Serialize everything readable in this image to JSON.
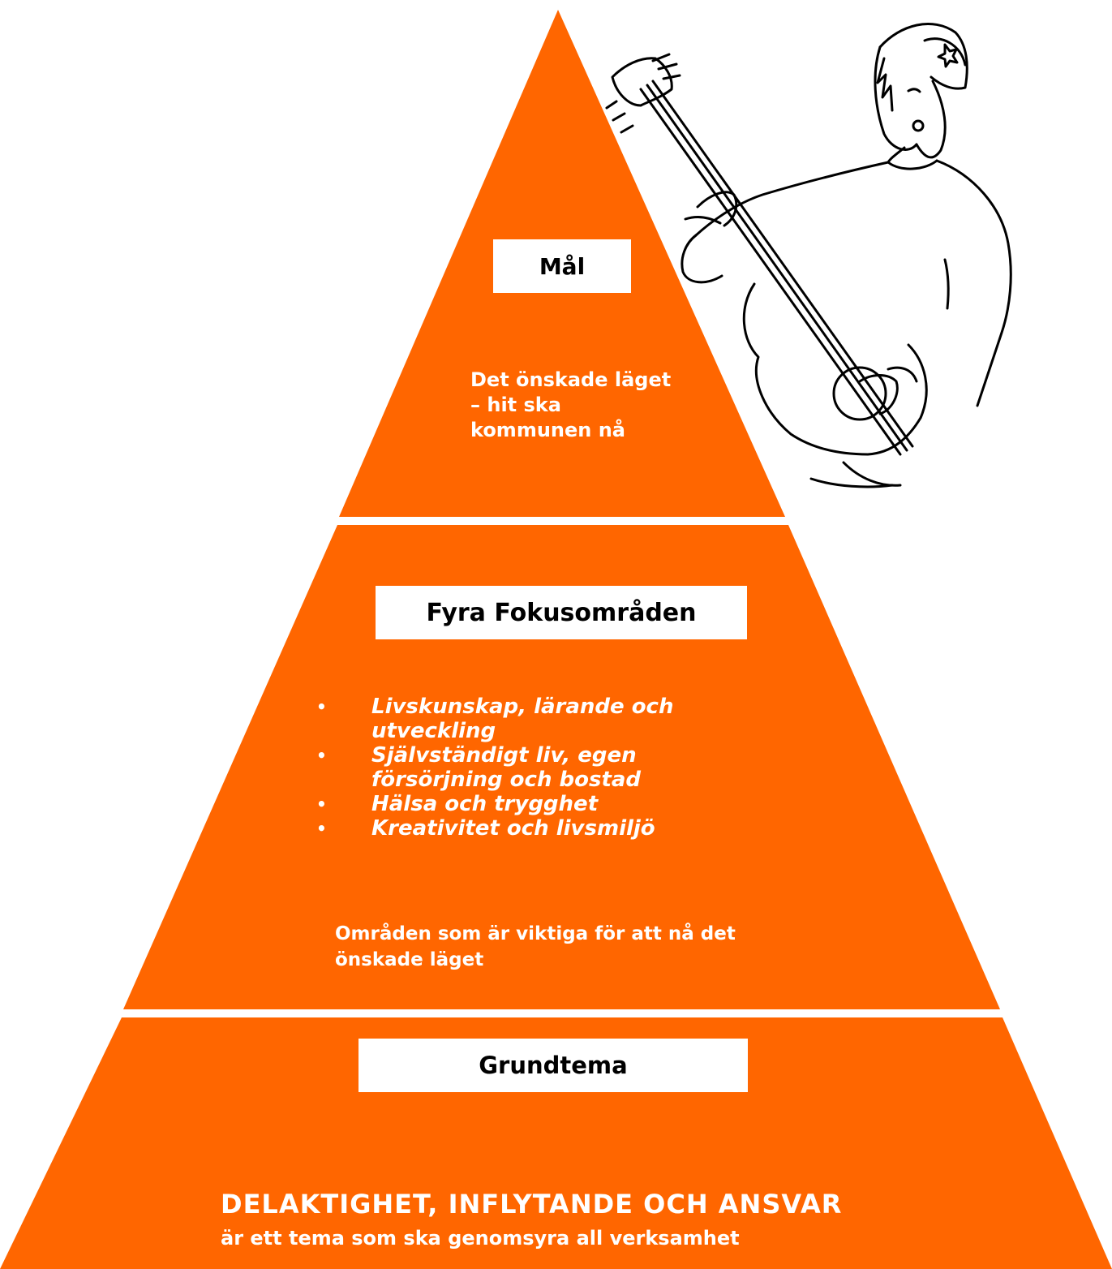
{
  "colors": {
    "pyramid_fill": "#FF6600",
    "divider": "#ffffff",
    "box_fill": "#ffffff",
    "text_dark": "#000000",
    "text_light": "#ffffff"
  },
  "levels": {
    "top": {
      "title": "Mål",
      "description": "Det önskade läget – hit ska kommunen nå"
    },
    "middle": {
      "title": "Fyra Fokusområden",
      "items": [
        "Livskunskap, lärande och utveckling",
        "Självständigt liv, egen försörjning och bostad",
        "Hälsa och trygghet",
        "Kreativitet och livsmiljö"
      ],
      "bullet": "•",
      "description": "Områden som är viktiga för att nå det önskade läget"
    },
    "bottom": {
      "title": "Grundtema",
      "heading": "DELAKTIGHET, INFLYTANDE OCH ANSVAR",
      "description": "är ett tema som ska genomsyra all verksamhet"
    }
  },
  "illustration": {
    "icon": "guitarist-drawing-icon"
  }
}
